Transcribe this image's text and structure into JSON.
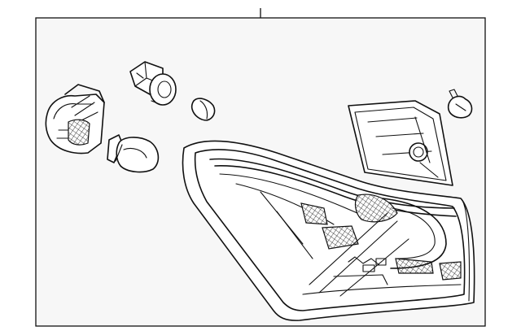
{
  "diagram": {
    "frame_background": "#f7f7f7",
    "line_color": "#111111",
    "parts": [
      "tail-lamp-assembly",
      "bulb-socket",
      "socket-connector",
      "retainer-clip",
      "wedge-bulb",
      "push-pin-fastener"
    ]
  }
}
